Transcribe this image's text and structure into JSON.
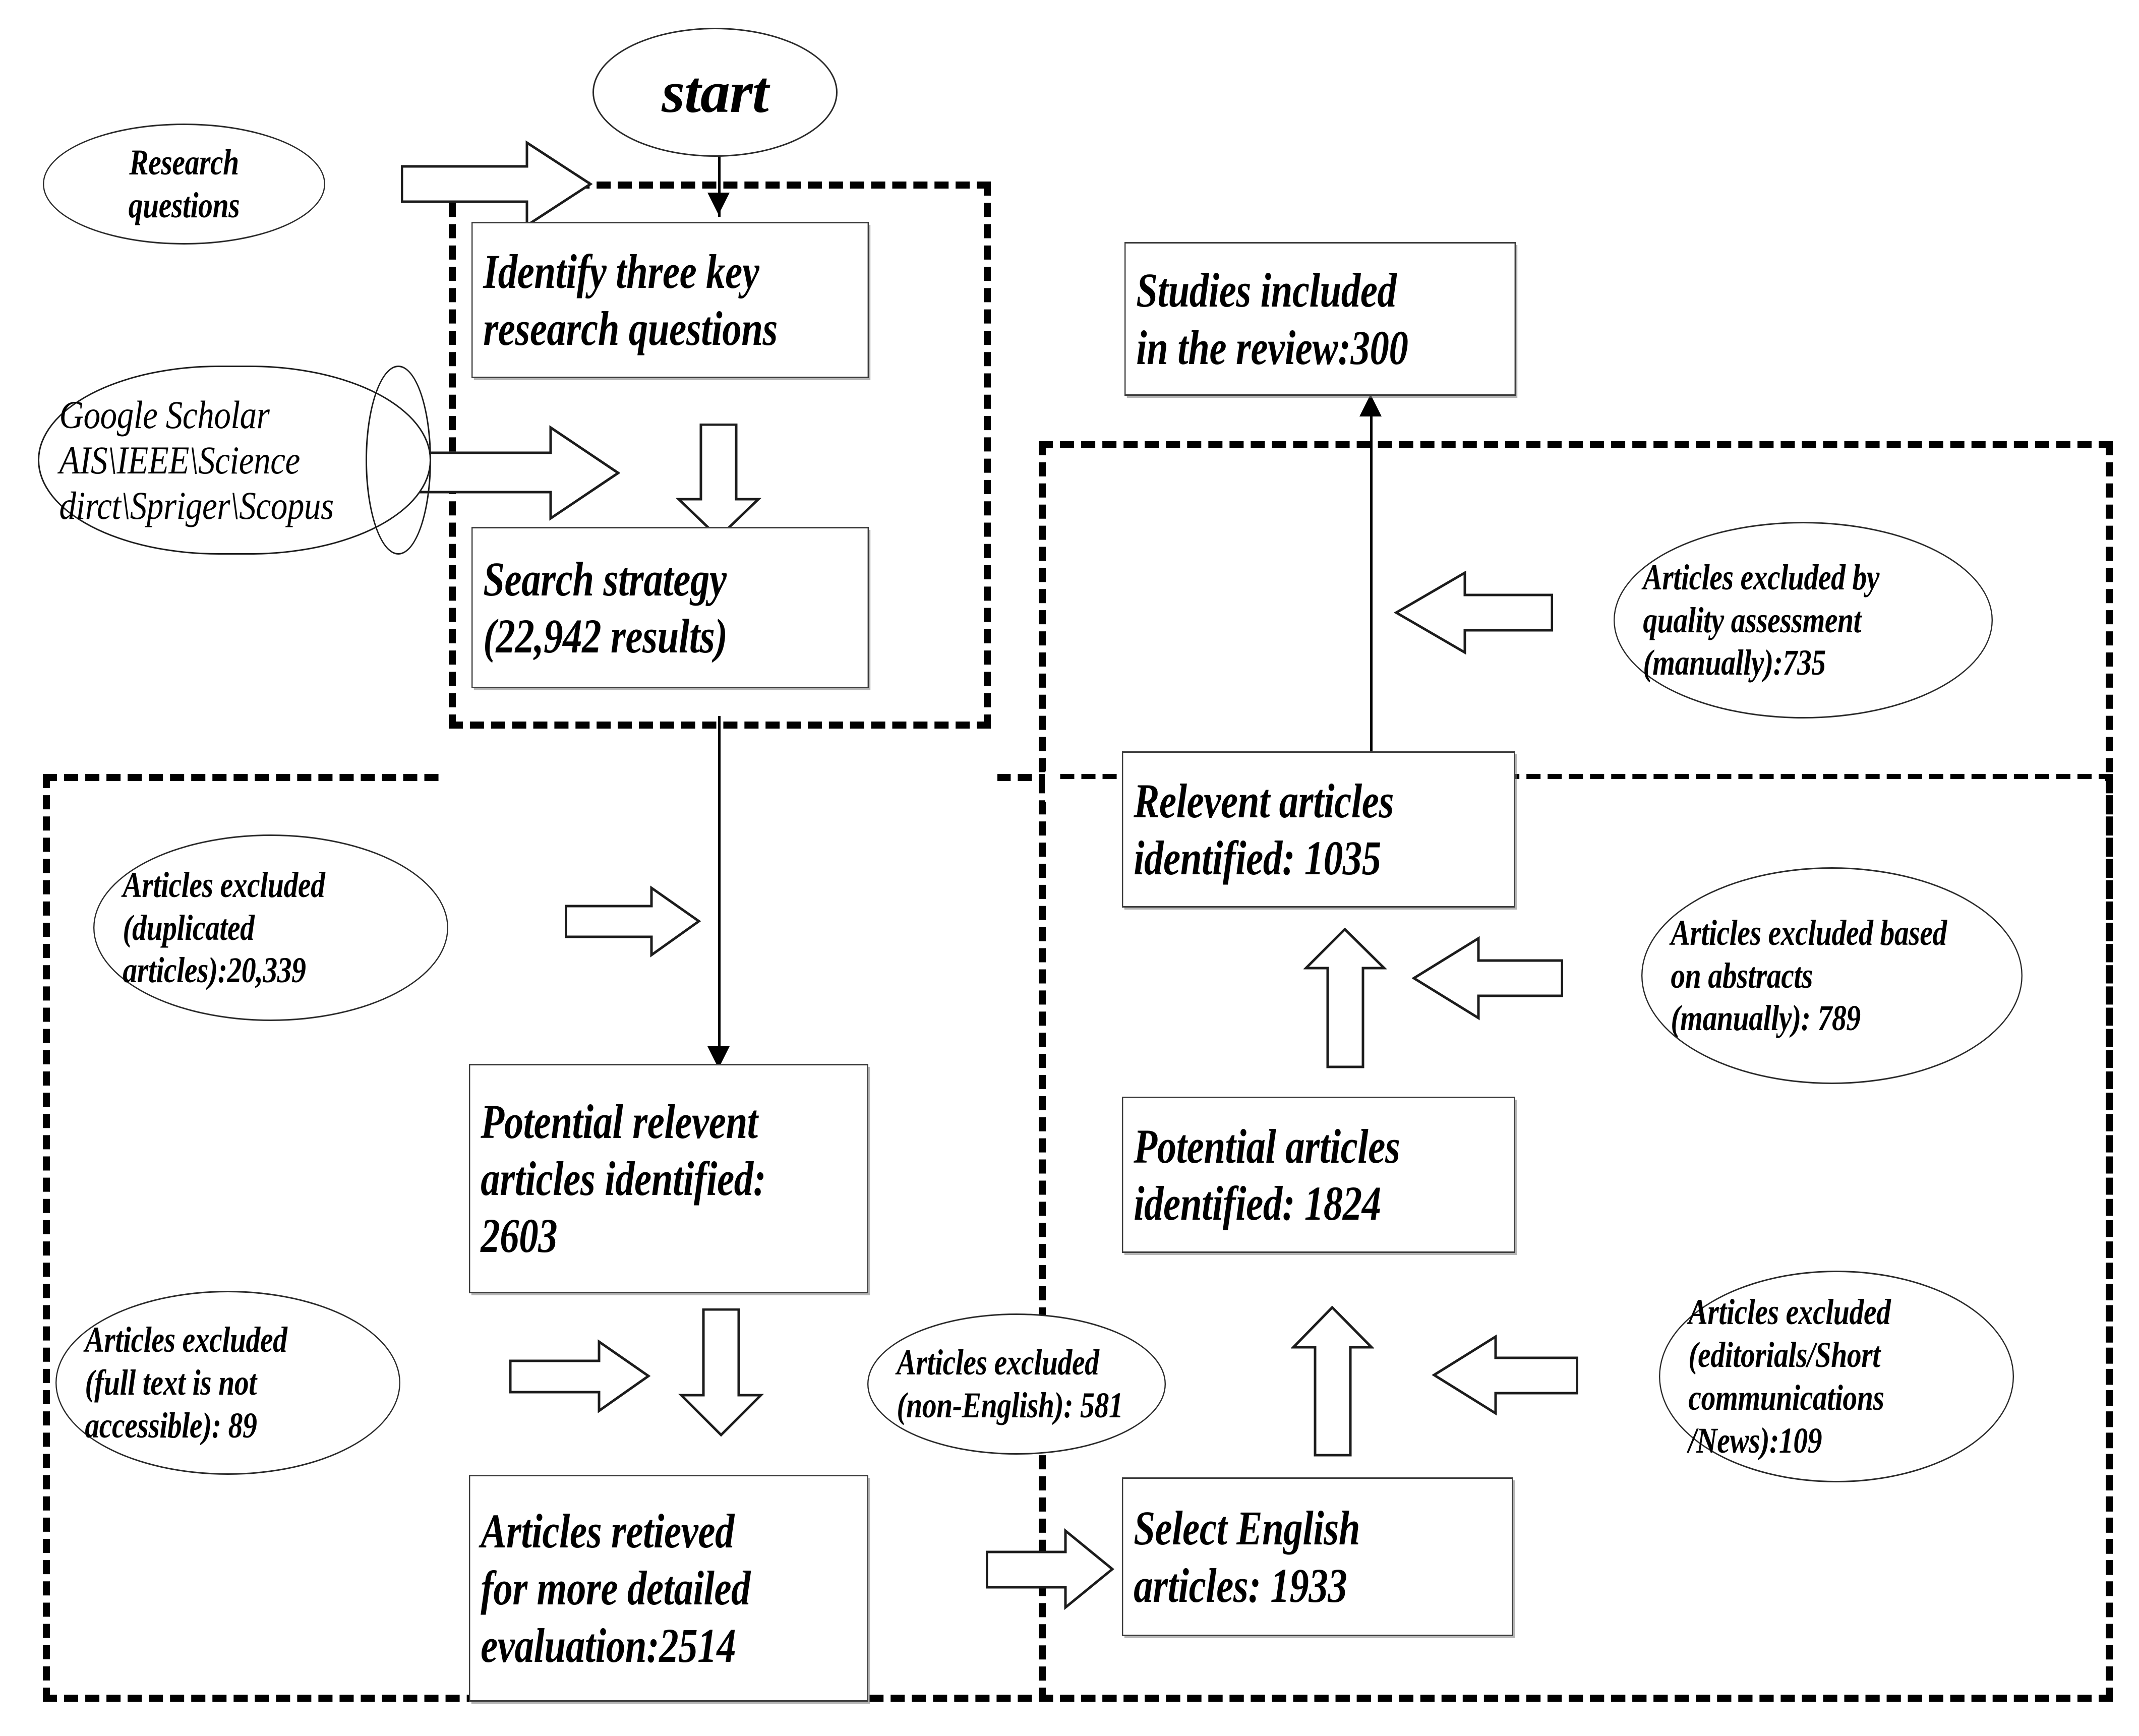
{
  "diagram": {
    "title": "Systematic literature review selection flowchart",
    "type": "flowchart",
    "colors": {
      "stroke": "#000000",
      "node_border": "#3d3d3d",
      "background": "#ffffff"
    }
  },
  "nodes": {
    "start": {
      "label": "start"
    },
    "research_questions": {
      "line1": "Research",
      "line2": "questions"
    },
    "databases": {
      "line1": "Google  Scholar",
      "line2": "AIS\\IEEE\\Science",
      "line3": "dirct\\Spriger\\Scopus"
    },
    "identify_questions": {
      "line1": "Identify three key",
      "line2": "research questions"
    },
    "search_strategy": {
      "line1": "Search strategy",
      "line2": "(22,942 results)"
    },
    "studies_included": {
      "line1": "Studies included",
      "line2": "in the review:300"
    },
    "relevant_articles": {
      "line1": "Relevent articles",
      "line2": "identified: 1035"
    },
    "potential_articles": {
      "line1": "Potential articles",
      "line2": "identified: 1824"
    },
    "potential_relevant_articles": {
      "line1": "Potential relevent",
      "line2": "articles identified:",
      "line3": "2603"
    },
    "articles_retrieved": {
      "line1": "Articles retieved",
      "line2": "for more detailed",
      "line3": "evaluation:2514"
    },
    "select_english": {
      "line1": "Select English",
      "line2": "articles: 1933"
    },
    "excluded_quality": {
      "line1": "Articles excluded by",
      "line2": "quality assessment",
      "line3": "(manually):735"
    },
    "excluded_abstracts": {
      "line1": "Articles excluded based",
      "line2": "on abstracts",
      "line3": "(manually): 789"
    },
    "excluded_duplicates": {
      "line1": "Articles excluded",
      "line2": "(duplicated",
      "line3": "articles):20,339"
    },
    "excluded_fulltext": {
      "line1": "Articles excluded",
      "line2": "(full text  is not",
      "line3": "accessible): 89"
    },
    "excluded_nonenglish": {
      "line1": "Articles excluded",
      "line2": "(non-English): 581"
    },
    "excluded_editorials": {
      "line1": "Articles excluded",
      "line2": "(editorials/Short",
      "line3": "communications",
      "line4": "/News):109"
    }
  },
  "chart_data": {
    "type": "flowchart",
    "title": "Systematic literature review article selection process",
    "stages": [
      {
        "name": "Search strategy results",
        "value": 22942
      },
      {
        "name": "Potential relevent articles identified",
        "value": 2603
      },
      {
        "name": "Articles retieved for more detailed evaluation",
        "value": 2514
      },
      {
        "name": "Select English articles",
        "value": 1933
      },
      {
        "name": "Potential articles identified",
        "value": 1824
      },
      {
        "name": "Relevent articles identified",
        "value": 1035
      },
      {
        "name": "Studies included in the review",
        "value": 300
      }
    ],
    "exclusions": [
      {
        "name": "Articles excluded (duplicated articles)",
        "value": 20339
      },
      {
        "name": "Articles excluded (full text is not accessible)",
        "value": 89
      },
      {
        "name": "Articles excluded (non-English)",
        "value": 581
      },
      {
        "name": "Articles excluded (editorials/Short communications/News)",
        "value": 109
      },
      {
        "name": "Articles excluded based on abstracts (manually)",
        "value": 789
      },
      {
        "name": "Articles excluded by quality assessment (manually)",
        "value": 735
      }
    ]
  }
}
